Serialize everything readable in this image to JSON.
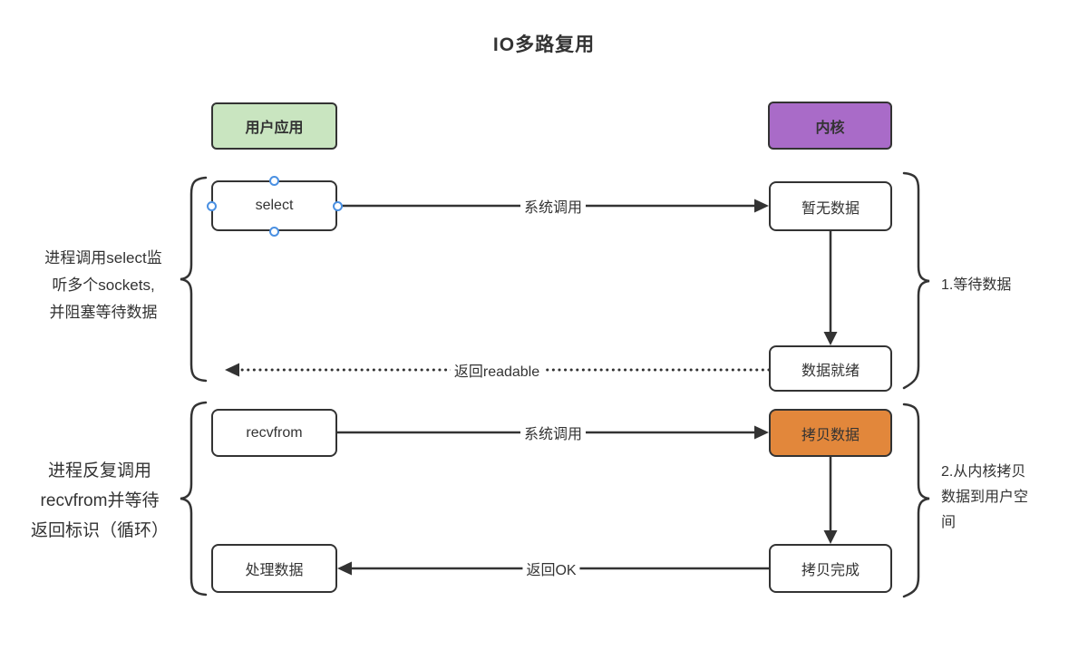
{
  "title": "IO多路复用",
  "headers": {
    "user_app": "用户应用",
    "kernel": "内核"
  },
  "nodes": {
    "select": "select",
    "no_data": "暂无数据",
    "data_ready": "数据就绪",
    "recvfrom": "recvfrom",
    "copy_data": "拷贝数据",
    "process_data": "处理数据",
    "copy_done": "拷贝完成"
  },
  "edge_labels": {
    "syscall_1": "系统调用",
    "return_readable": "返回readable",
    "syscall_2": "系统调用",
    "return_ok": "返回OK"
  },
  "annotations": {
    "left_note_1": {
      "lines": [
        "进程调用select监",
        "听多个sockets,",
        "并阻塞等待数据"
      ]
    },
    "right_note_1": "1.等待数据",
    "left_note_2": {
      "lines": [
        "进程反复调用",
        "recvfrom并等待",
        "返回标识（循环）"
      ]
    },
    "right_note_2": {
      "lines": [
        "2.从内核拷贝",
        "数据到用户空",
        "间"
      ]
    }
  },
  "colors": {
    "line": "#333333",
    "node_fill": "#ffffff",
    "user_app_fill": "#c9e5c0",
    "kernel_fill": "#a96bc8",
    "copy_data_fill": "#e2873b",
    "handle_stroke": "#4a90e2"
  }
}
